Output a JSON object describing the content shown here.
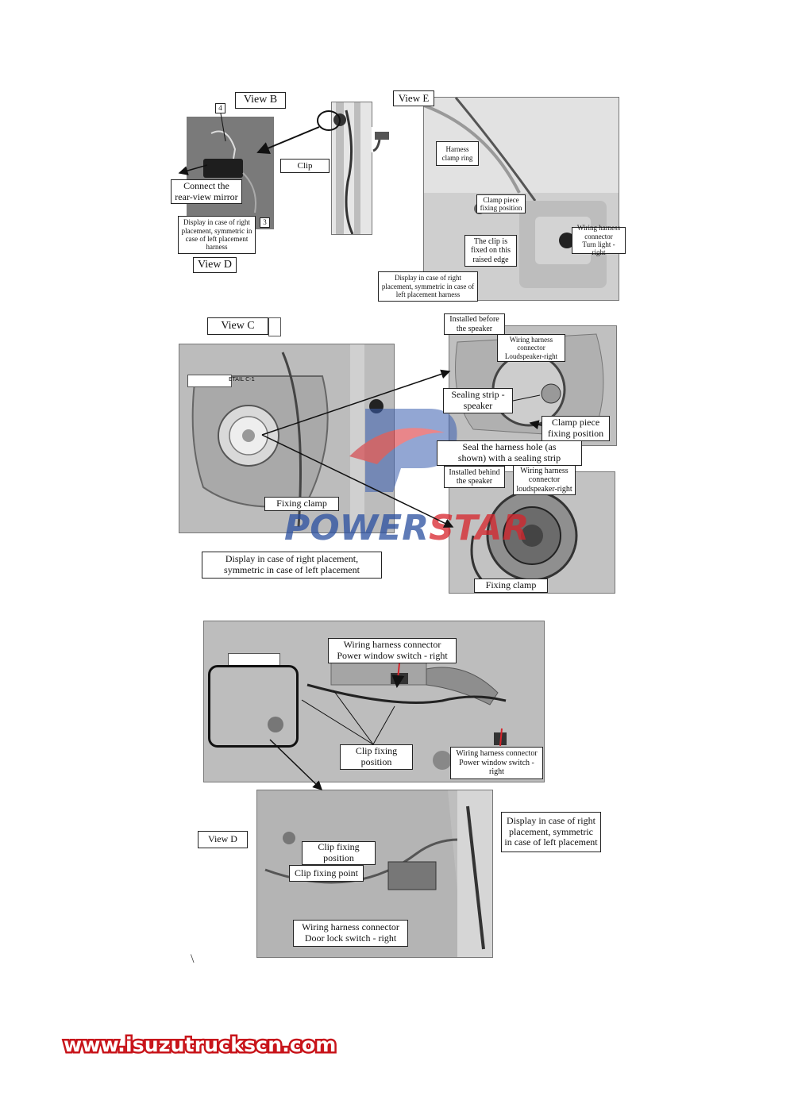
{
  "section1": {
    "view_b": "View B",
    "view_e": "View E",
    "view_d": "View D",
    "callout_4": "4",
    "callout_3": "3",
    "connect_mirror": "Connect the\nrear-view mirror",
    "clip": "Clip",
    "display_right_harness": "Display in case of right placement, symmetric in case of left placement harness",
    "harness_clamp_ring": "Harness\nclamp ring",
    "clamp_piece_fixing": "Clamp piece\nfixing position",
    "clip_raised_edge": "The clip is\nfixed on this\nraised edge",
    "wiring_turn_light": "Wiring harness\nconnector\nTurn light - right",
    "display_right_harness_e": "Display in case of right placement, symmetric in case of left placement harness"
  },
  "section2": {
    "view_c": "View C",
    "detail_tag": "ETAIL C-1",
    "fixing_clamp_left": "Fixing clamp",
    "display_right_c": "Display in case of right placement,\nsymmetric in case of left placement",
    "installed_before": "Installed before\nthe speaker",
    "wiring_loudspeaker_right": "Wiring harness\nconnector\nLoudspeaker-right",
    "sealing_strip": "Sealing strip -\nspeaker",
    "clamp_piece_fixing_c": "Clamp piece\nfixing position",
    "seal_harness_hole": "Seal the harness hole (as\nshown) with a sealing strip",
    "installed_behind": "Installed behind\nthe speaker",
    "wiring_loudspeaker_right_2": "Wiring harness\nconnector\nloudspeaker-right",
    "fixing_clamp_right": "Fixing clamp"
  },
  "section3": {
    "wiring_power_window_top": "Wiring harness connector\nPower window switch - right",
    "clip_fixing_position": "Clip fixing\nposition",
    "wiring_power_window_bottom": "Wiring harness connector\nPower window switch -\nright",
    "view_d": "View D",
    "clip_fixing_position_2": "Clip fixing\nposition",
    "clip_fixing_point": "Clip fixing point",
    "wiring_door_lock": "Wiring harness connector\nDoor lock switch - right",
    "display_right_d": "Display in case of right\nplacement, symmetric\nin case of left placement"
  },
  "watermark": {
    "brand_a": "POWER",
    "brand_b": "STAR",
    "color_blue": "#2a4fa0",
    "color_red": "#d8242b"
  },
  "footer": {
    "url": "www.isuzutruckscn.com",
    "backslash": "\\"
  }
}
